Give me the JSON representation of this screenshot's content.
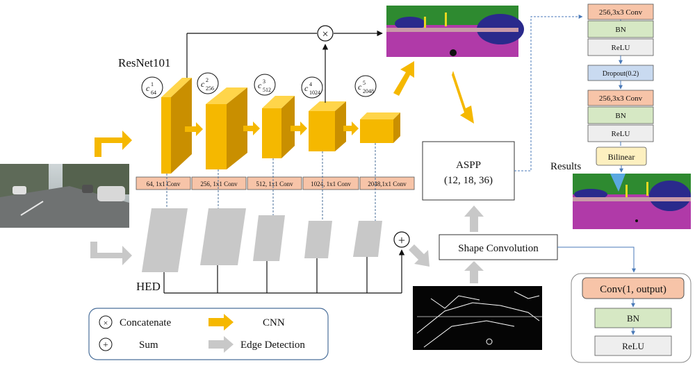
{
  "labels": {
    "backbone": "ResNet101",
    "edge_branch": "HED",
    "results": "Results"
  },
  "stages": [
    {
      "channel_label": "64, 1x1 Conv",
      "c_sup": "1",
      "c_sub": "64"
    },
    {
      "channel_label": "256, 1x1 Conv",
      "c_sup": "2",
      "c_sub": "256"
    },
    {
      "channel_label": "512, 1x1 Conv",
      "c_sup": "3",
      "c_sub": "512"
    },
    {
      "channel_label": "1024, 1x1 Conv",
      "c_sup": "4",
      "c_sub": "1024"
    },
    {
      "channel_label": "2048,1x1 Conv",
      "c_sup": "5",
      "c_sub": "2048"
    }
  ],
  "aspp": {
    "title": "ASPP",
    "rates": "(12, 18, 36)"
  },
  "shape_conv": "Shape Convolution",
  "right_stack": {
    "conv1": "256,3x3 Conv",
    "bn1": "BN",
    "relu1": "ReLU",
    "dropout": "Dropout(0.2)",
    "conv2": "256,3x3 Conv",
    "bn2": "BN",
    "relu2": "ReLU",
    "bilinear": "Bilinear"
  },
  "output_block": {
    "conv": "Conv(1, output)",
    "bn": "BN",
    "relu": "ReLU"
  },
  "legend": {
    "concat_symbol": "⊗",
    "concat": "Concatenate",
    "sum_symbol": "+",
    "sum": "Sum",
    "cnn": "CNN",
    "edge": "Edge Detection"
  },
  "operators": {
    "concat": "×",
    "sum": "+"
  },
  "colors": {
    "cnn_yellow": "#f5b800",
    "cnn_dark": "#c98f00",
    "edge_gray": "#c8c8c8",
    "conv_orange": "#f7c4a8",
    "bn_green": "#d6e8c4",
    "relu_gray": "#eeeeee",
    "dropout_blue": "#c9daf0",
    "bilinear_yellow": "#fdf0c0",
    "seg_purple": "#b03aa8",
    "seg_blue": "#2a2a8c"
  }
}
